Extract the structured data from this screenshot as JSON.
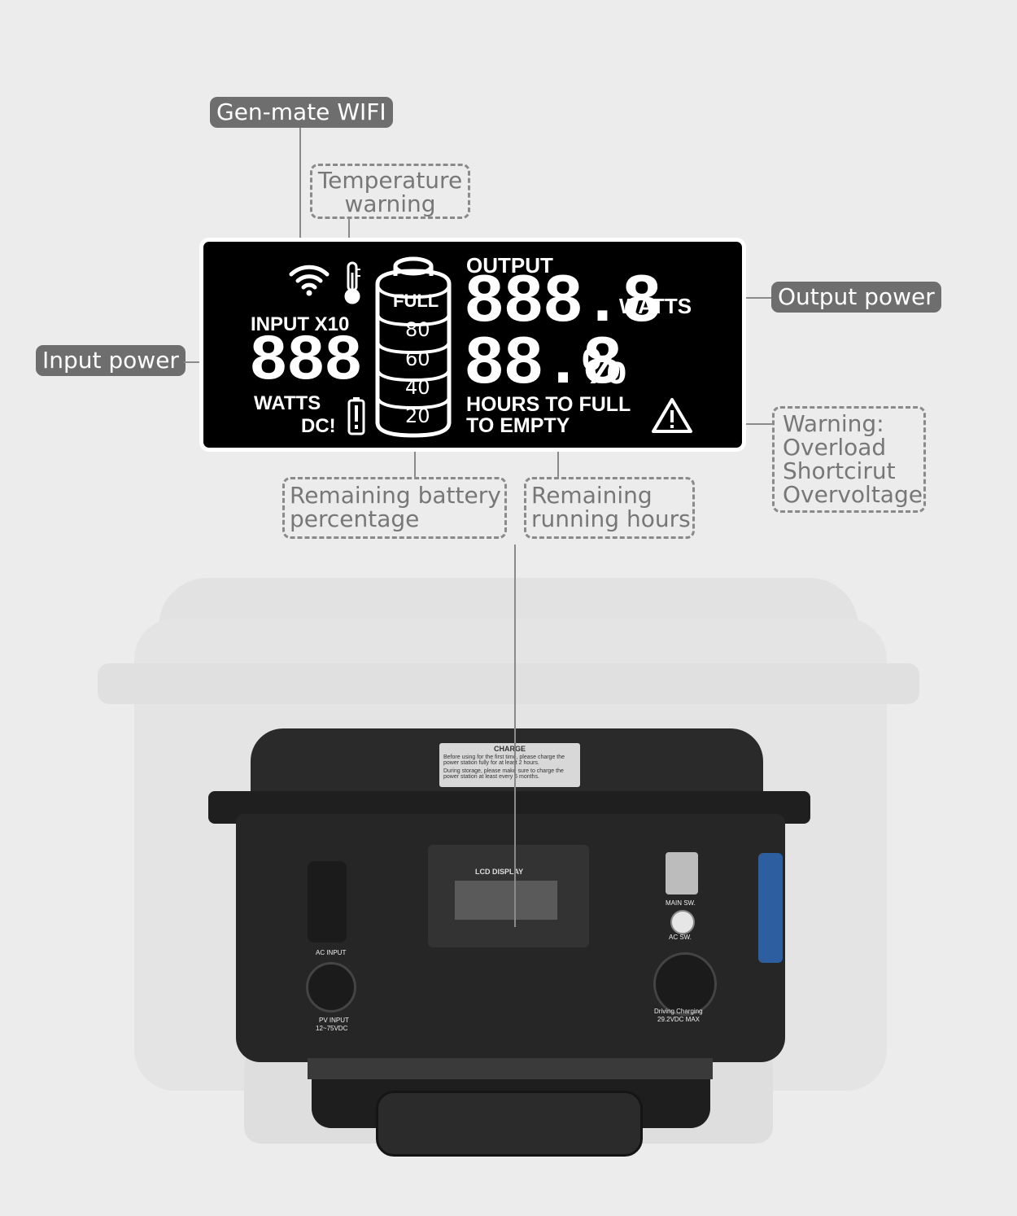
{
  "callouts": {
    "wifi": "Gen-mate WIFI",
    "temperature_l1": "Temperature",
    "temperature_l2": "warning",
    "output_power": "Output power",
    "input_power": "Input power",
    "warning_l1": "Warning:",
    "warning_l2": "Overload",
    "warning_l3": "Shortcirut",
    "warning_l4": "Overvoltage",
    "battery_l1": "Remaining battery",
    "battery_l2": "percentage",
    "hours_l1": "Remaining",
    "hours_l2": "running hours"
  },
  "lcd": {
    "output_label": "OUTPUT",
    "output_value": "888.8",
    "watts_right": "WATTS",
    "percent_value": "88.8",
    "percent_sign": "%",
    "hours_to_full": "HOURS TO FULL",
    "to_empty": "TO EMPTY",
    "input_label": "INPUT X10",
    "input_value": "888",
    "watts_left": "WATTS",
    "dc": "DC!",
    "battery_levels": [
      "FULL",
      "80",
      "60",
      "40",
      "20"
    ]
  },
  "device": {
    "charge_title": "CHARGE",
    "charge_text1": "Before using for the first time, please charge the power station fully for at least 2 hours.",
    "charge_text2": "During storage, please make sure to charge the power station at least every 6 months.",
    "lcd_display": "LCD DISPLAY",
    "main_sw": "MAIN SW.",
    "ac_sw": "AC SW.",
    "ac_input": "AC INPUT",
    "pv_input": "PV INPUT",
    "pv_spec": "12~75VDC",
    "driving_charging": "Driving Charging",
    "driving_spec": "29.2VDC MAX"
  },
  "colors": {
    "background": "#ececec",
    "pill": "#6e6e6e",
    "dash": "#8a8a8a"
  },
  "icons": [
    "wifi-icon",
    "thermometer-icon",
    "battery-icon",
    "dc-battery-icon",
    "warning-triangle-icon"
  ]
}
